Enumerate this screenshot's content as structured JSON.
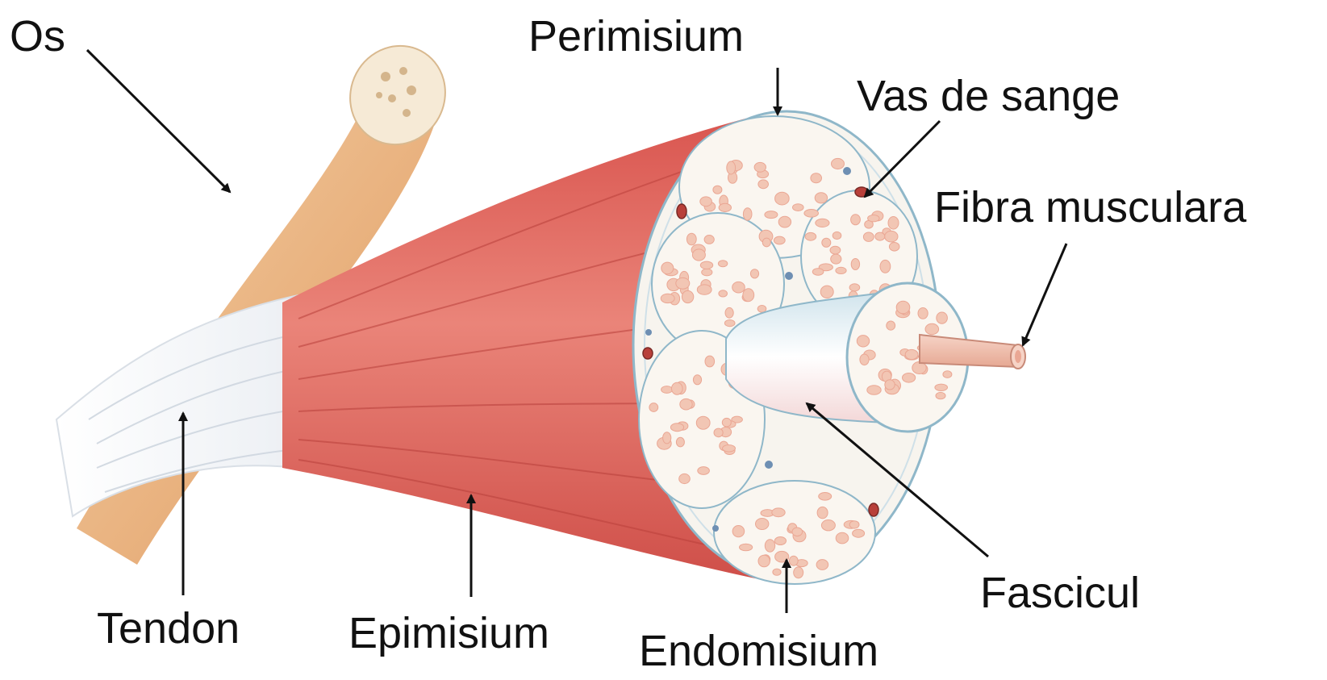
{
  "labels": {
    "os": "Os",
    "perimisium": "Perimisium",
    "vas_de_sange": "Vas de sange",
    "fibra_musculara": "Fibra musculara",
    "fascicul": "Fascicul",
    "tendon": "Tendon",
    "epimisium": "Epimisium",
    "endomisium": "Endomisium"
  },
  "colors": {
    "bone": "#eab98a",
    "bone_end": "#f6ead6",
    "tendon": "#f0f3f7",
    "muscle": "#e0675f",
    "muscle_dark": "#c94c46",
    "connective": "#f7f4ee",
    "fiber": "#f2c6b4",
    "fiber_core": "#eaa794",
    "vessel": "#b8403a",
    "text": "#111111"
  }
}
